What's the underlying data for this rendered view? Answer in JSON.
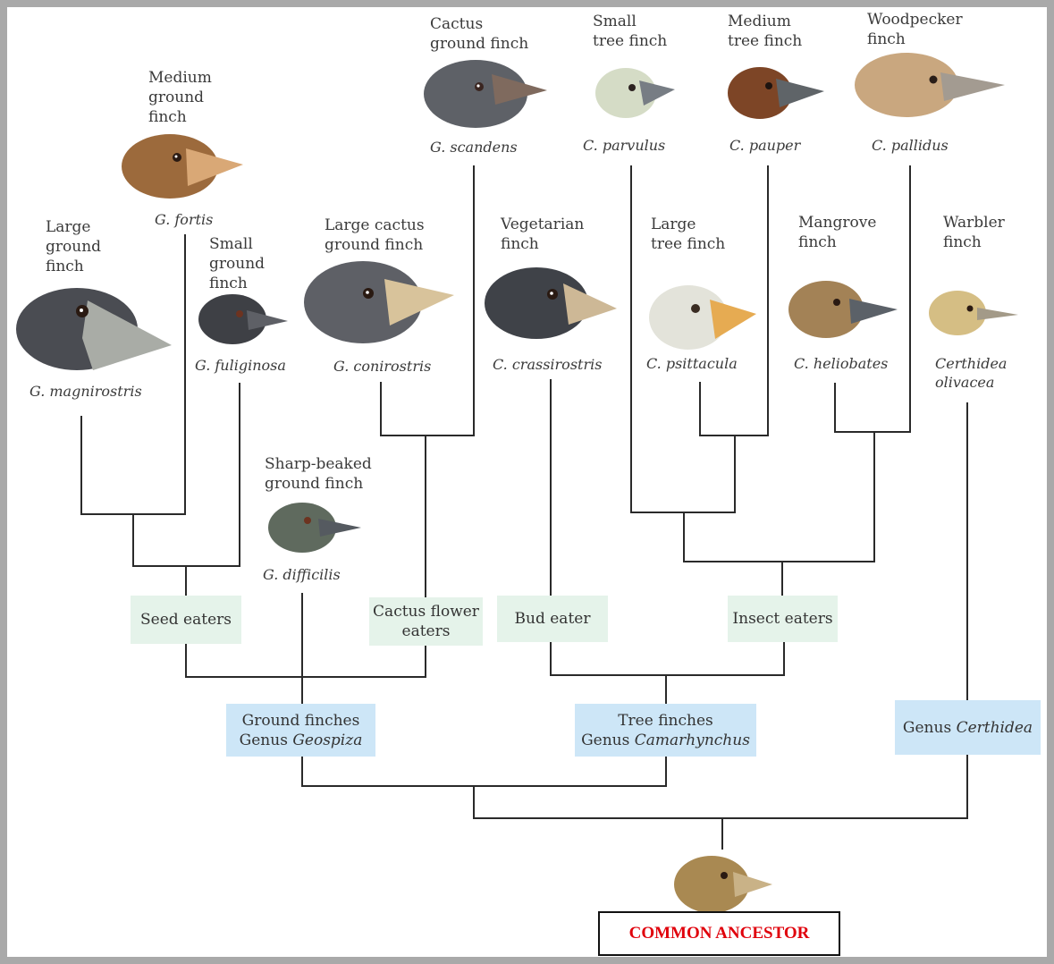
{
  "colors": {
    "line": "#2a2a2a",
    "green_box": "#e5f3ea",
    "blue_box": "#cde6f7",
    "ancestor_text": "#e0000b",
    "frame": "#a9a9a9"
  },
  "species": {
    "cactus_ground": {
      "common": [
        "Cactus",
        "ground finch"
      ],
      "sci": "G. scandens"
    },
    "small_tree": {
      "common": [
        "Small",
        "tree finch"
      ],
      "sci": "C. parvulus"
    },
    "medium_tree": {
      "common": [
        "Medium",
        "tree finch"
      ],
      "sci": "C. pauper"
    },
    "woodpecker": {
      "common": [
        "Woodpecker",
        "finch"
      ],
      "sci": "C. pallidus"
    },
    "medium_ground": {
      "common": [
        "Medium",
        "ground",
        "finch"
      ],
      "sci": "G. fortis"
    },
    "large_ground": {
      "common": [
        "Large",
        "ground",
        "finch"
      ],
      "sci": "G. magnirostris"
    },
    "small_ground": {
      "common": [
        "Small",
        "ground",
        "finch"
      ],
      "sci": "G. fuliginosa"
    },
    "large_cactus": {
      "common": [
        "Large cactus",
        "ground finch"
      ],
      "sci": "G. conirostris"
    },
    "vegetarian": {
      "common": [
        "Vegetarian",
        "finch"
      ],
      "sci": "C. crassirostris"
    },
    "large_tree": {
      "common": [
        "Large",
        "tree finch"
      ],
      "sci": "C. psittacula"
    },
    "mangrove": {
      "common": [
        "Mangrove",
        "finch"
      ],
      "sci": "C. heliobates"
    },
    "warbler": {
      "common": [
        "Warbler",
        "finch"
      ],
      "sci": [
        "Certhidea",
        "olivacea"
      ]
    },
    "sharp_beaked": {
      "common": [
        "Sharp-beaked",
        "ground finch"
      ],
      "sci": "G. difficilis"
    }
  },
  "groups": {
    "seed_eaters": "Seed eaters",
    "cactus_flower": [
      "Cactus flower",
      "eaters"
    ],
    "bud_eater": "Bud eater",
    "insect_eaters": "Insect eaters"
  },
  "genera": {
    "ground": {
      "line1": "Ground finches",
      "prefix": "Genus ",
      "name": "Geospiza"
    },
    "tree": {
      "line1": "Tree finches",
      "prefix": "Genus ",
      "name": "Camarhynchus"
    },
    "certhidea": {
      "prefix": "Genus ",
      "name": "Certhidea"
    }
  },
  "ancestor": "COMMON ANCESTOR"
}
